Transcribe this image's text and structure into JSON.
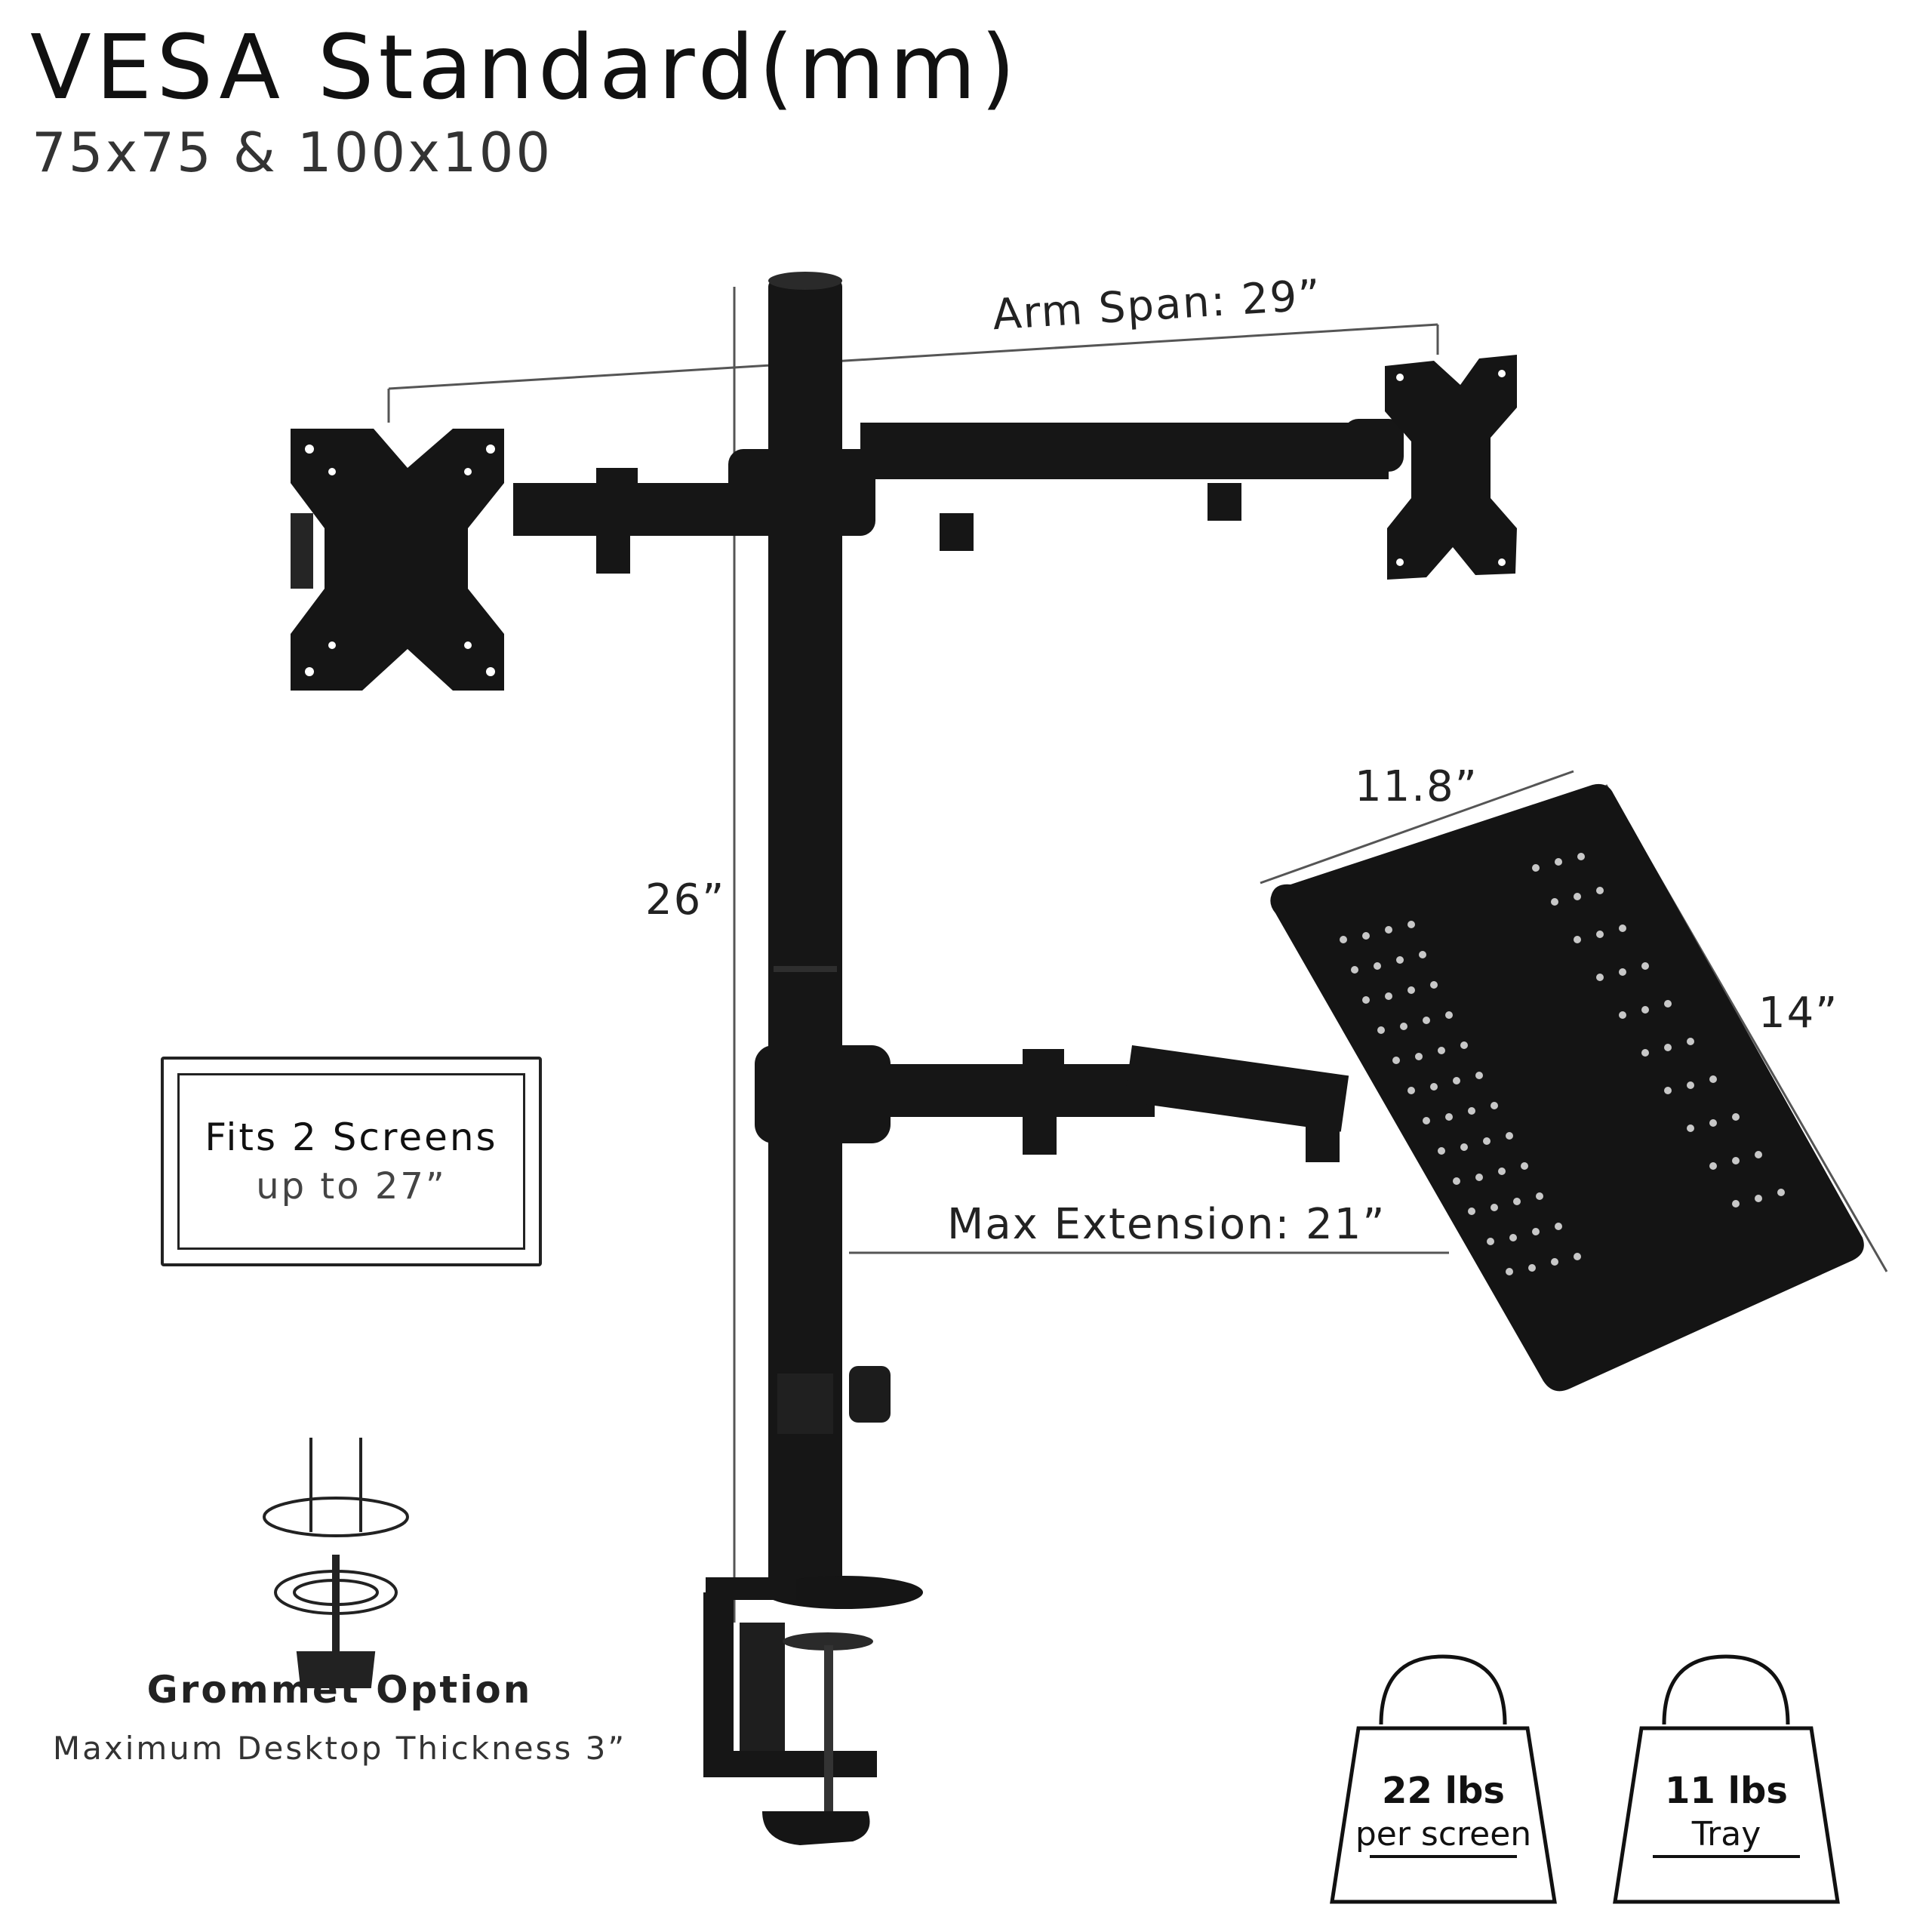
{
  "title": "VESA Standard(mm)",
  "subtitle": "75x75 & 100x100",
  "dimensions": {
    "arm_span": "Arm Span: 29”",
    "height": "26”",
    "tray_width": "11.8”",
    "tray_depth": "14”",
    "max_extension": "Max Extension: 21”"
  },
  "fits_box": {
    "line1": "Fits 2 Screens",
    "line2": "up to 27”"
  },
  "grommet": {
    "title": "Grommet Option",
    "subtitle": "Maximum Desktop Thickness 3”"
  },
  "weights": [
    {
      "value": "22 lbs",
      "label": "per screen"
    },
    {
      "value": "11 lbs",
      "label": "Tray"
    }
  ],
  "colors": {
    "metal": "#161616",
    "line": "#444444"
  }
}
